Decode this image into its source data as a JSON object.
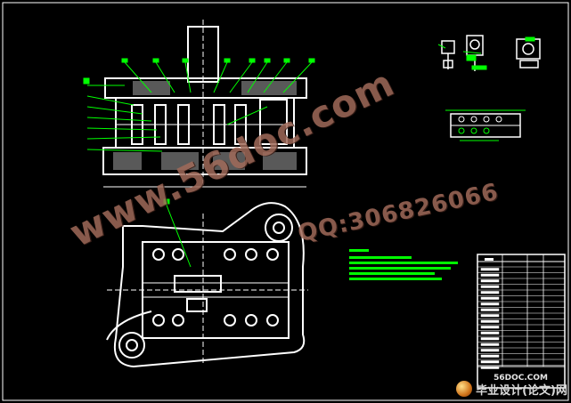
{
  "watermark": {
    "site": "www.56doc.com",
    "qq": "QQ:306826066"
  },
  "footer": {
    "site": "56DOC.COM",
    "brand": "毕业设计(论文)网"
  },
  "colors": {
    "background": "#000000",
    "outline": "#ffffff",
    "annotation": "#00ff00",
    "watermark": "#a06a5a"
  }
}
